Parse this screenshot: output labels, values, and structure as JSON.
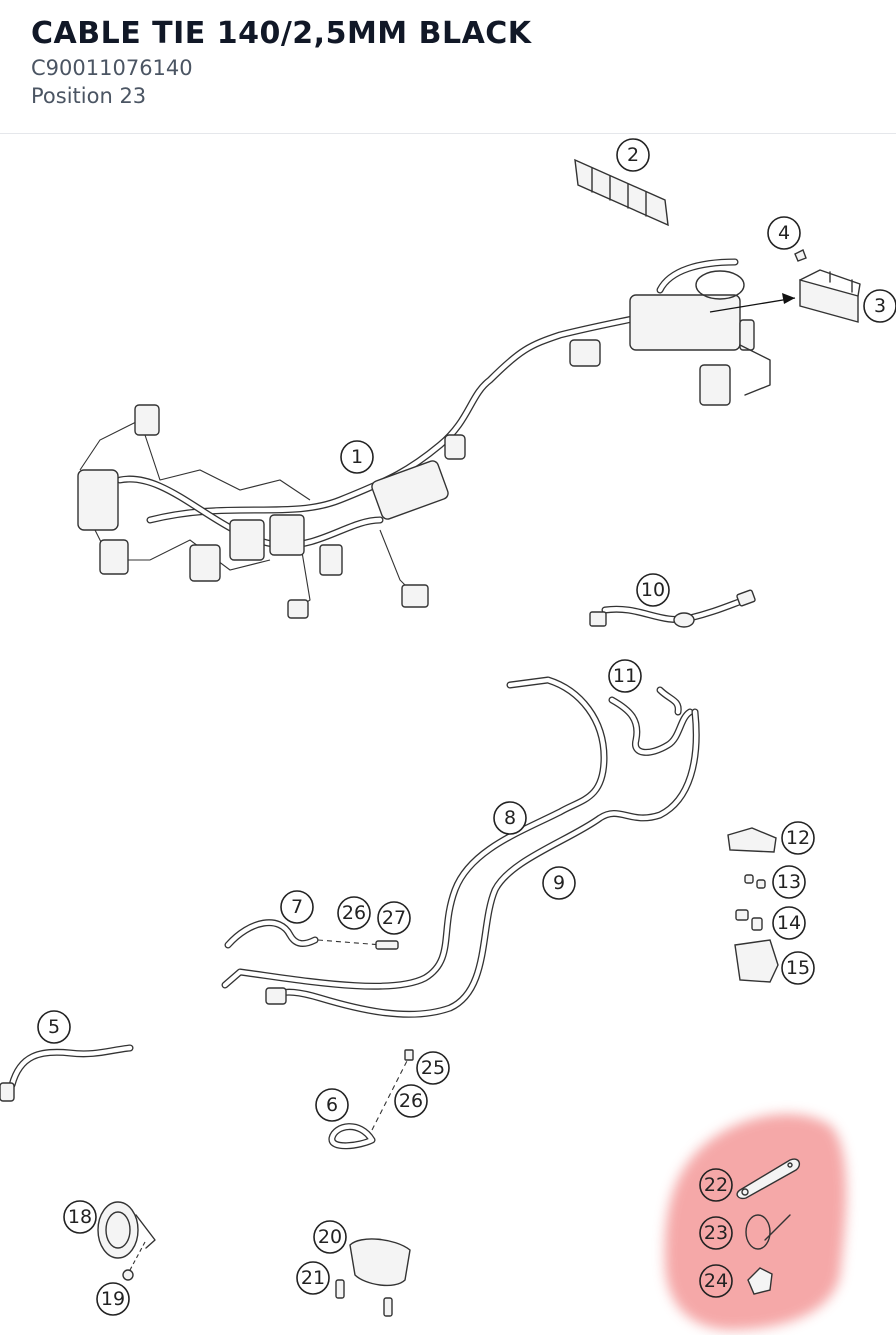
{
  "header": {
    "title": "CABLE TIE 140/2,5MM BLACK",
    "part_number": "C90011076140",
    "position_label": "Position 23"
  },
  "diagram": {
    "highlight_color": "#f28b8b",
    "highlighted_position": "23",
    "callouts": [
      "1",
      "2",
      "3",
      "4",
      "5",
      "6",
      "7",
      "8",
      "9",
      "10",
      "11",
      "12",
      "13",
      "14",
      "15",
      "18",
      "19",
      "20",
      "21",
      "22",
      "23",
      "24",
      "25",
      "26",
      "26",
      "27"
    ]
  },
  "icons": {
    "callout_marker": "circle-number-icon"
  }
}
